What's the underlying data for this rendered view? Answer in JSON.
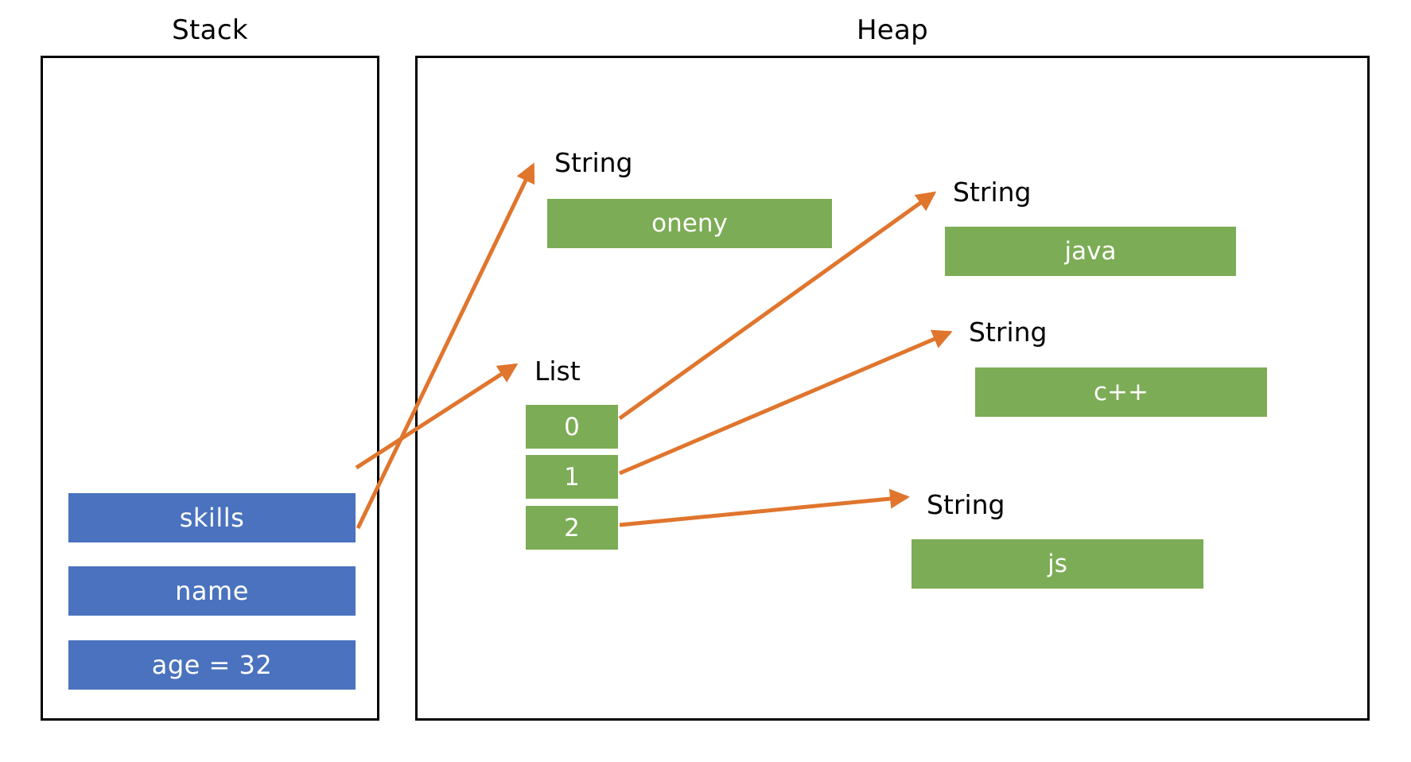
{
  "diagram": {
    "title_regions": [
      {
        "name": "stack",
        "label": "Stack"
      },
      {
        "name": "heap",
        "label": "Heap"
      }
    ],
    "colors": {
      "stack_var_fill": "#4A72BE",
      "heap_object_fill": "#7CAC55",
      "arrow": "#E0752D",
      "border": "#000000",
      "text_on_fill": "#FFFFFF",
      "label_text": "#000000"
    },
    "stack": {
      "label": "Stack",
      "variables": [
        {
          "id": "skills",
          "label": "skills"
        },
        {
          "id": "name",
          "label": "name"
        },
        {
          "id": "age",
          "label": "age = 32"
        }
      ]
    },
    "heap": {
      "label": "Heap",
      "objects": [
        {
          "id": "str-oneny",
          "type_label": "String",
          "value": "oneny"
        },
        {
          "id": "str-java",
          "type_label": "String",
          "value": "java"
        },
        {
          "id": "str-cpp",
          "type_label": "String",
          "value": "c++"
        },
        {
          "id": "str-js",
          "type_label": "String",
          "value": "js"
        }
      ],
      "list": {
        "id": "list",
        "type_label": "List",
        "slots": [
          {
            "index": "0"
          },
          {
            "index": "1"
          },
          {
            "index": "2"
          }
        ]
      }
    },
    "references": [
      {
        "from": "skills",
        "to": "list"
      },
      {
        "from": "name",
        "to": "str-oneny"
      },
      {
        "from": "list[0]",
        "to": "str-java"
      },
      {
        "from": "list[1]",
        "to": "str-cpp"
      },
      {
        "from": "list[2]",
        "to": "str-js"
      }
    ]
  }
}
